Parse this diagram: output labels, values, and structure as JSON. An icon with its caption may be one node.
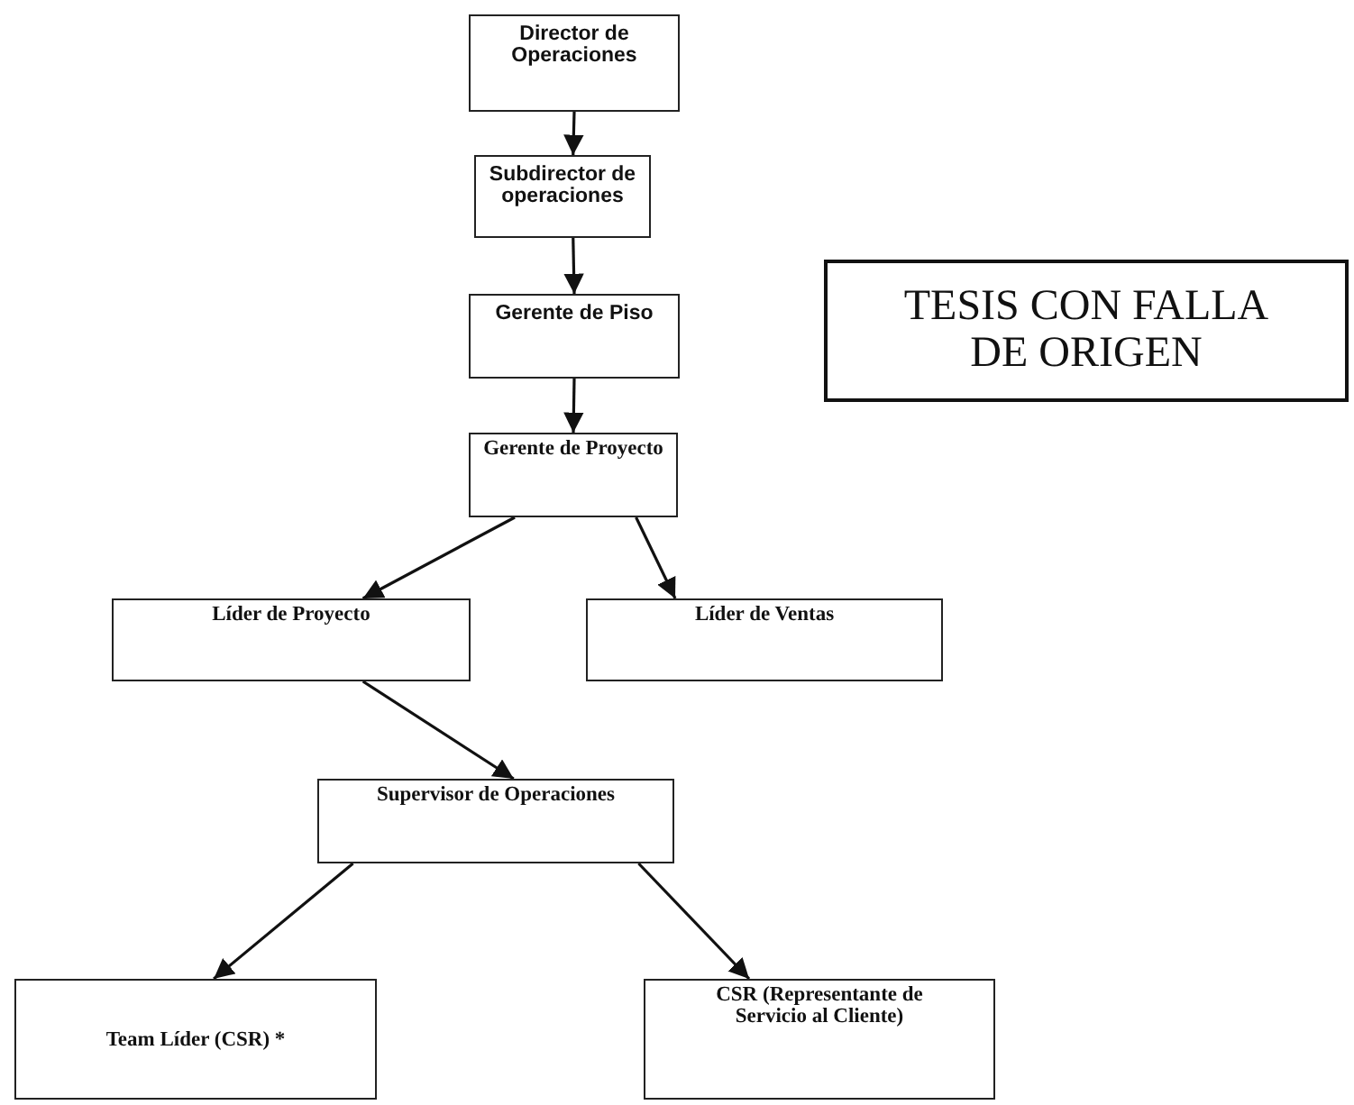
{
  "diagram": {
    "nodes": [
      {
        "text": [
          "Director de Operaciones"
        ]
      },
      {
        "text": [
          "Subdirector de operaciones"
        ]
      },
      {
        "text": [
          "Gerente de Piso"
        ]
      },
      {
        "text": [
          "Gerente de Proyecto"
        ]
      },
      {
        "text": [
          "Líder de Proyecto"
        ]
      },
      {
        "text": [
          "Líder de Ventas"
        ]
      },
      {
        "text": [
          "Supervisor de Operaciones"
        ]
      },
      {
        "text": [
          "Team Líder (CSR) *"
        ]
      },
      {
        "text": [
          "CSR (Representante de Servicio al Cliente)"
        ]
      },
      {
        "text": [
          "TESIS CON FALLA DE ORIGEN"
        ]
      }
    ],
    "edges": [
      {
        "from": 0,
        "to": 1,
        "arrow": "to"
      },
      {
        "from": 1,
        "to": 2,
        "arrow": "to"
      },
      {
        "from": 2,
        "to": 3,
        "arrow": "to"
      },
      {
        "from": 3,
        "to": 4,
        "arrow": "to"
      },
      {
        "from": 3,
        "to": 5,
        "arrow": "to"
      },
      {
        "from": 4,
        "to": 6,
        "arrow": "to"
      },
      {
        "from": 6,
        "to": 7,
        "arrow": "to"
      },
      {
        "from": 6,
        "to": 8,
        "arrow": "to"
      }
    ]
  }
}
